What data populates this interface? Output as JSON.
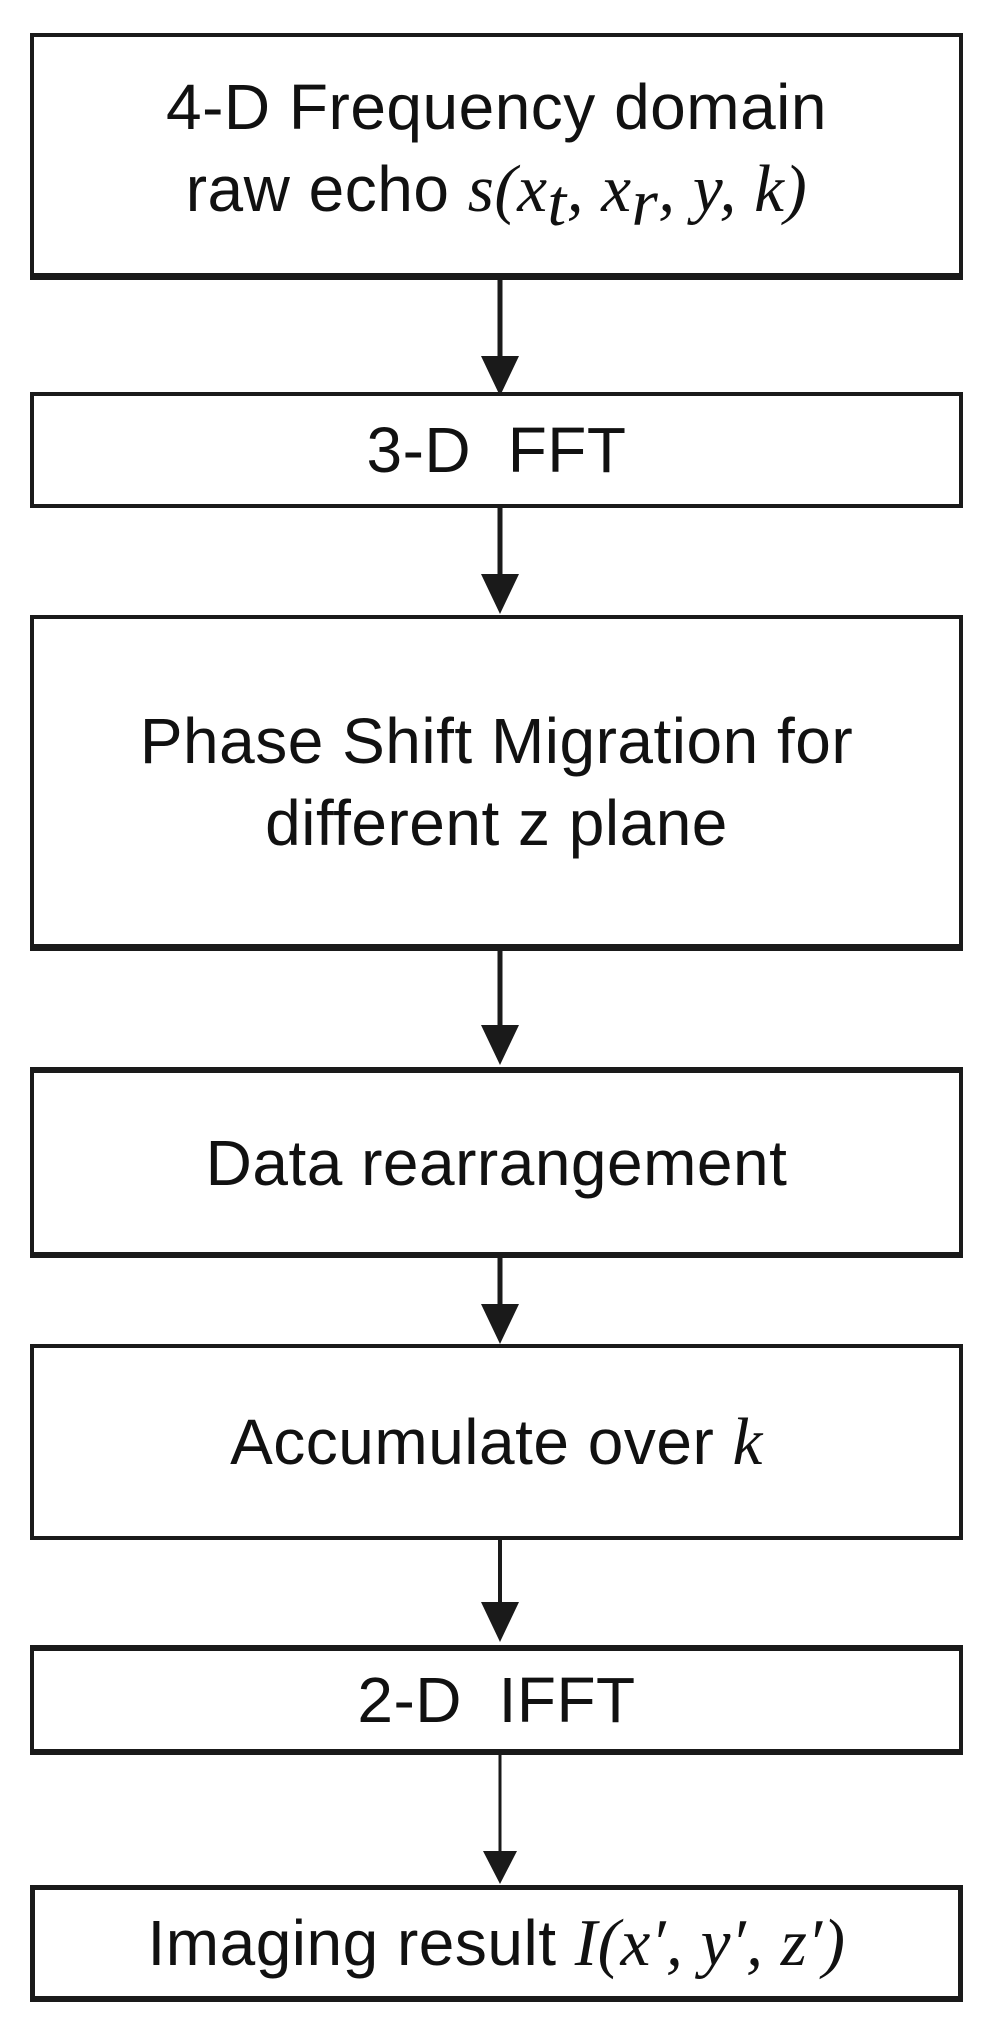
{
  "colors": {
    "background": "#ffffff",
    "ink": "#1a1a1a",
    "text": "#111111"
  },
  "icons": {
    "flow_arrow": "down-arrow-triangle"
  },
  "flowchart": {
    "box1": {
      "line1": "4-D Frequency domain",
      "line2_prefix": "raw echo ",
      "math_head": "s(x",
      "sub_t": "t",
      "math_mid": ", x",
      "sub_r": "r",
      "math_tail": ", y, k)"
    },
    "box2": {
      "label": "3-D  FFT"
    },
    "box3": {
      "line1": "Phase Shift Migration for",
      "line2": "different z plane"
    },
    "box4": {
      "label": "Data rearrangement"
    },
    "box5": {
      "prefix": "Accumulate over ",
      "math_k": "k"
    },
    "box6": {
      "label": "2-D  IFFT"
    },
    "box7": {
      "prefix": "Imaging result ",
      "math": "I(x′, y′, z′)"
    }
  }
}
